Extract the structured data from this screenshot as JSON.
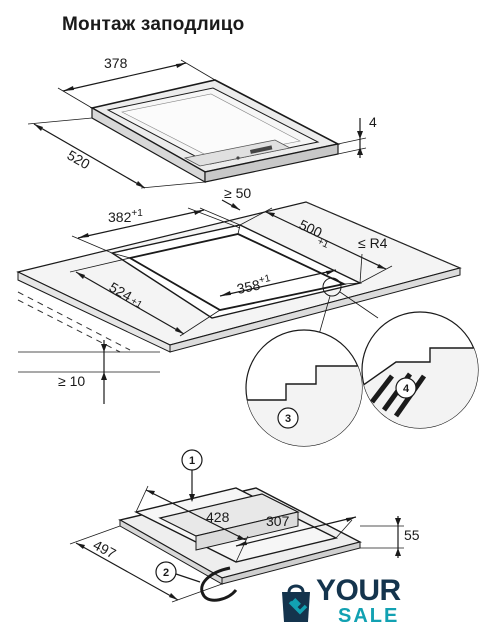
{
  "title": "Монтаж заподлицо",
  "top_unit": {
    "width": "378",
    "depth": "520",
    "height": "4"
  },
  "cutout": {
    "front_clearance": "≥ 50",
    "outer_width": "382",
    "outer_width_tol": "+1",
    "outer_depth": "500",
    "outer_depth_tol": "+1",
    "radius": "≤ R4",
    "inner_width": "358",
    "inner_width_tol": "+1",
    "inner_depth": "524",
    "inner_depth_tol": "+1",
    "worktop_min": "≥ 10"
  },
  "details": {
    "marker_3": "3",
    "marker_4": "4"
  },
  "bottom_unit": {
    "marker_1": "1",
    "marker_2": "2",
    "body_width": "428",
    "body_depth": "307",
    "body_height": "55",
    "overall_depth": "497"
  },
  "watermark": {
    "word1": "YOUR",
    "word2": "SALE",
    "colors": {
      "dark": "#14344d",
      "accent": "#12a1b2"
    }
  }
}
